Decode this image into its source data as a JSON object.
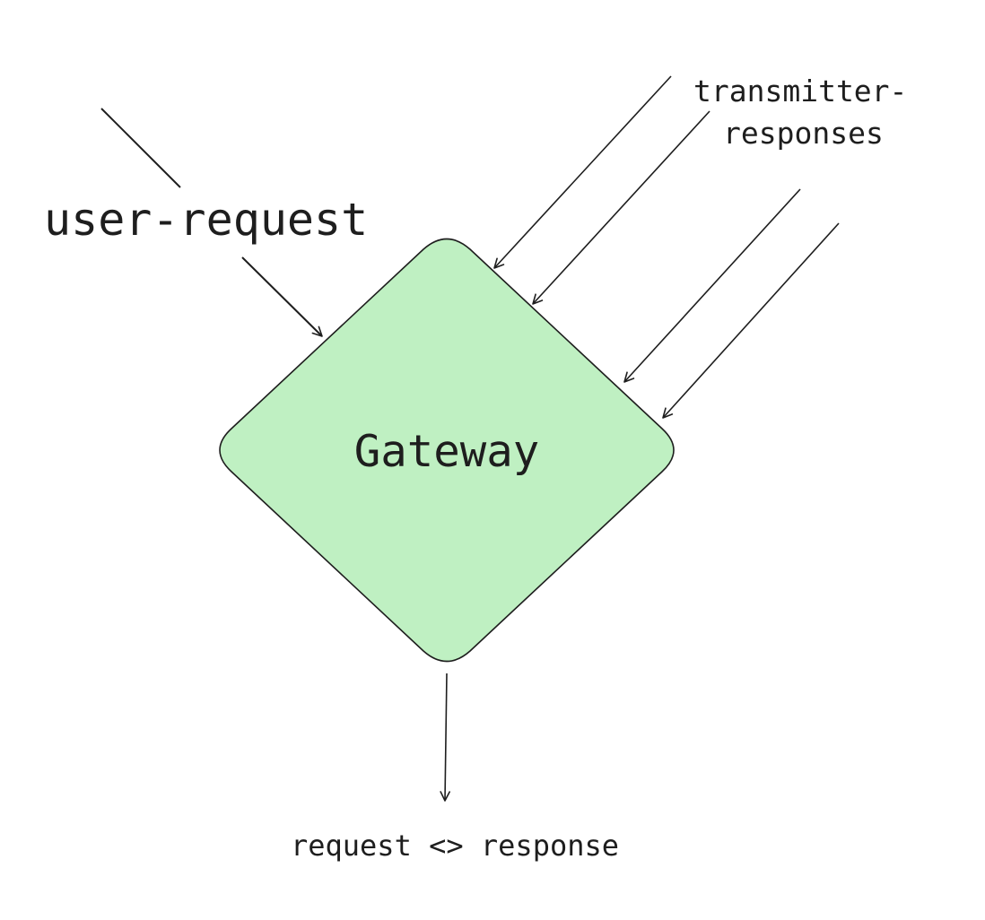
{
  "labels": {
    "user_request": "user-request",
    "transmitter_line1": "transmitter-",
    "transmitter_line2": "responses",
    "gateway": "Gateway",
    "output": "request <> response"
  },
  "colors": {
    "gateway_fill": "#bff0c2",
    "stroke": "#1e1e1e",
    "background": "#ffffff"
  }
}
